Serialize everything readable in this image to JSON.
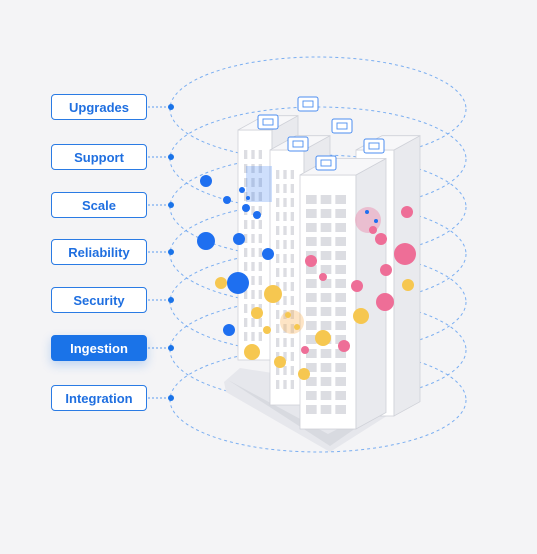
{
  "layers": [
    {
      "label": "Upgrades",
      "active": false
    },
    {
      "label": "Support",
      "active": false
    },
    {
      "label": "Scale",
      "active": false
    },
    {
      "label": "Reliability",
      "active": false
    },
    {
      "label": "Security",
      "active": false
    },
    {
      "label": "Ingestion",
      "active": true
    },
    {
      "label": "Integration",
      "active": false
    }
  ],
  "colors": {
    "accent": "#1a73e8",
    "dashed_ring": "#5b9cf0",
    "blue_dot": "#1e6ff0",
    "pink_dot": "#ee6e97",
    "yellow_dot": "#f6c750",
    "tower_face": "#ffffff",
    "tower_side": "#e9eaee",
    "window": "#dcdde2"
  },
  "icons": [
    "monitor-icon",
    "folder-icon",
    "lock-icon",
    "cards-icon",
    "chart-icon",
    "coin-icon"
  ]
}
